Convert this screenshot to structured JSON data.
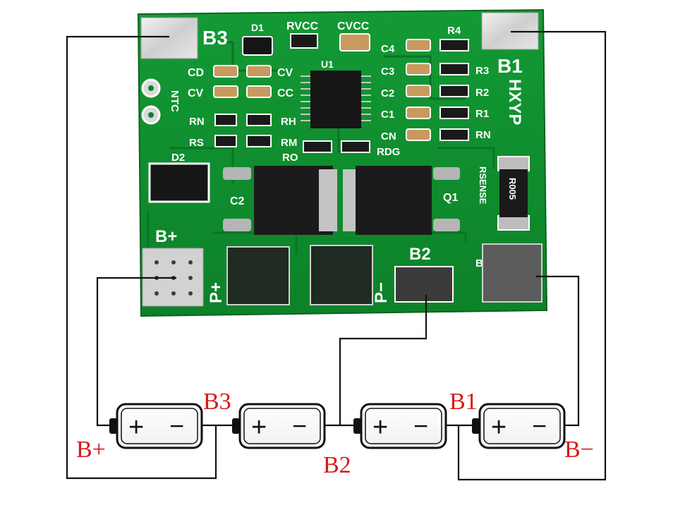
{
  "board": {
    "pads_top": {
      "b3": "B3",
      "b1": "B1"
    },
    "pads_bottom": {
      "bplus": "B+",
      "pplus": "P+",
      "pminus": "P−",
      "b2": "B2",
      "bminus": "B-"
    },
    "chip_u1": "U1",
    "labels": {
      "d1": "D1",
      "rvcc": "RVCC",
      "cvcc": "CVCC",
      "r4": "R4",
      "c4": "C4",
      "c3": "C3",
      "c2": "C2",
      "c1": "C1",
      "cn": "CN",
      "r3": "R3",
      "r2": "R2",
      "r1": "R1",
      "rn_right": "RN",
      "cd": "CD",
      "cv_left": "CV",
      "cv_right": "CV",
      "cc": "CC",
      "rn_left": "RN",
      "rs": "RS",
      "rh": "RH",
      "rm": "RM",
      "ro": "RO",
      "rdg": "RDG",
      "d2": "D2",
      "c2_left": "C2",
      "q1": "Q1",
      "ntc": "NTC",
      "brand": "HXYP",
      "rsense": "RSENSE",
      "r005": "R005"
    }
  },
  "cells": [
    {
      "plus": "+",
      "minus": "−"
    },
    {
      "plus": "+",
      "minus": "−"
    },
    {
      "plus": "+",
      "minus": "−"
    },
    {
      "plus": "+",
      "minus": "−"
    }
  ],
  "node_labels": {
    "b3": "B3",
    "b1": "B1",
    "bplus": "B+",
    "b2": "B2",
    "bminus": "B−"
  },
  "colors": {
    "pcb": "#0f8a2e",
    "pcb_dark": "#0a6b22",
    "label_red": "#d71a1a",
    "wire": "#111111"
  }
}
